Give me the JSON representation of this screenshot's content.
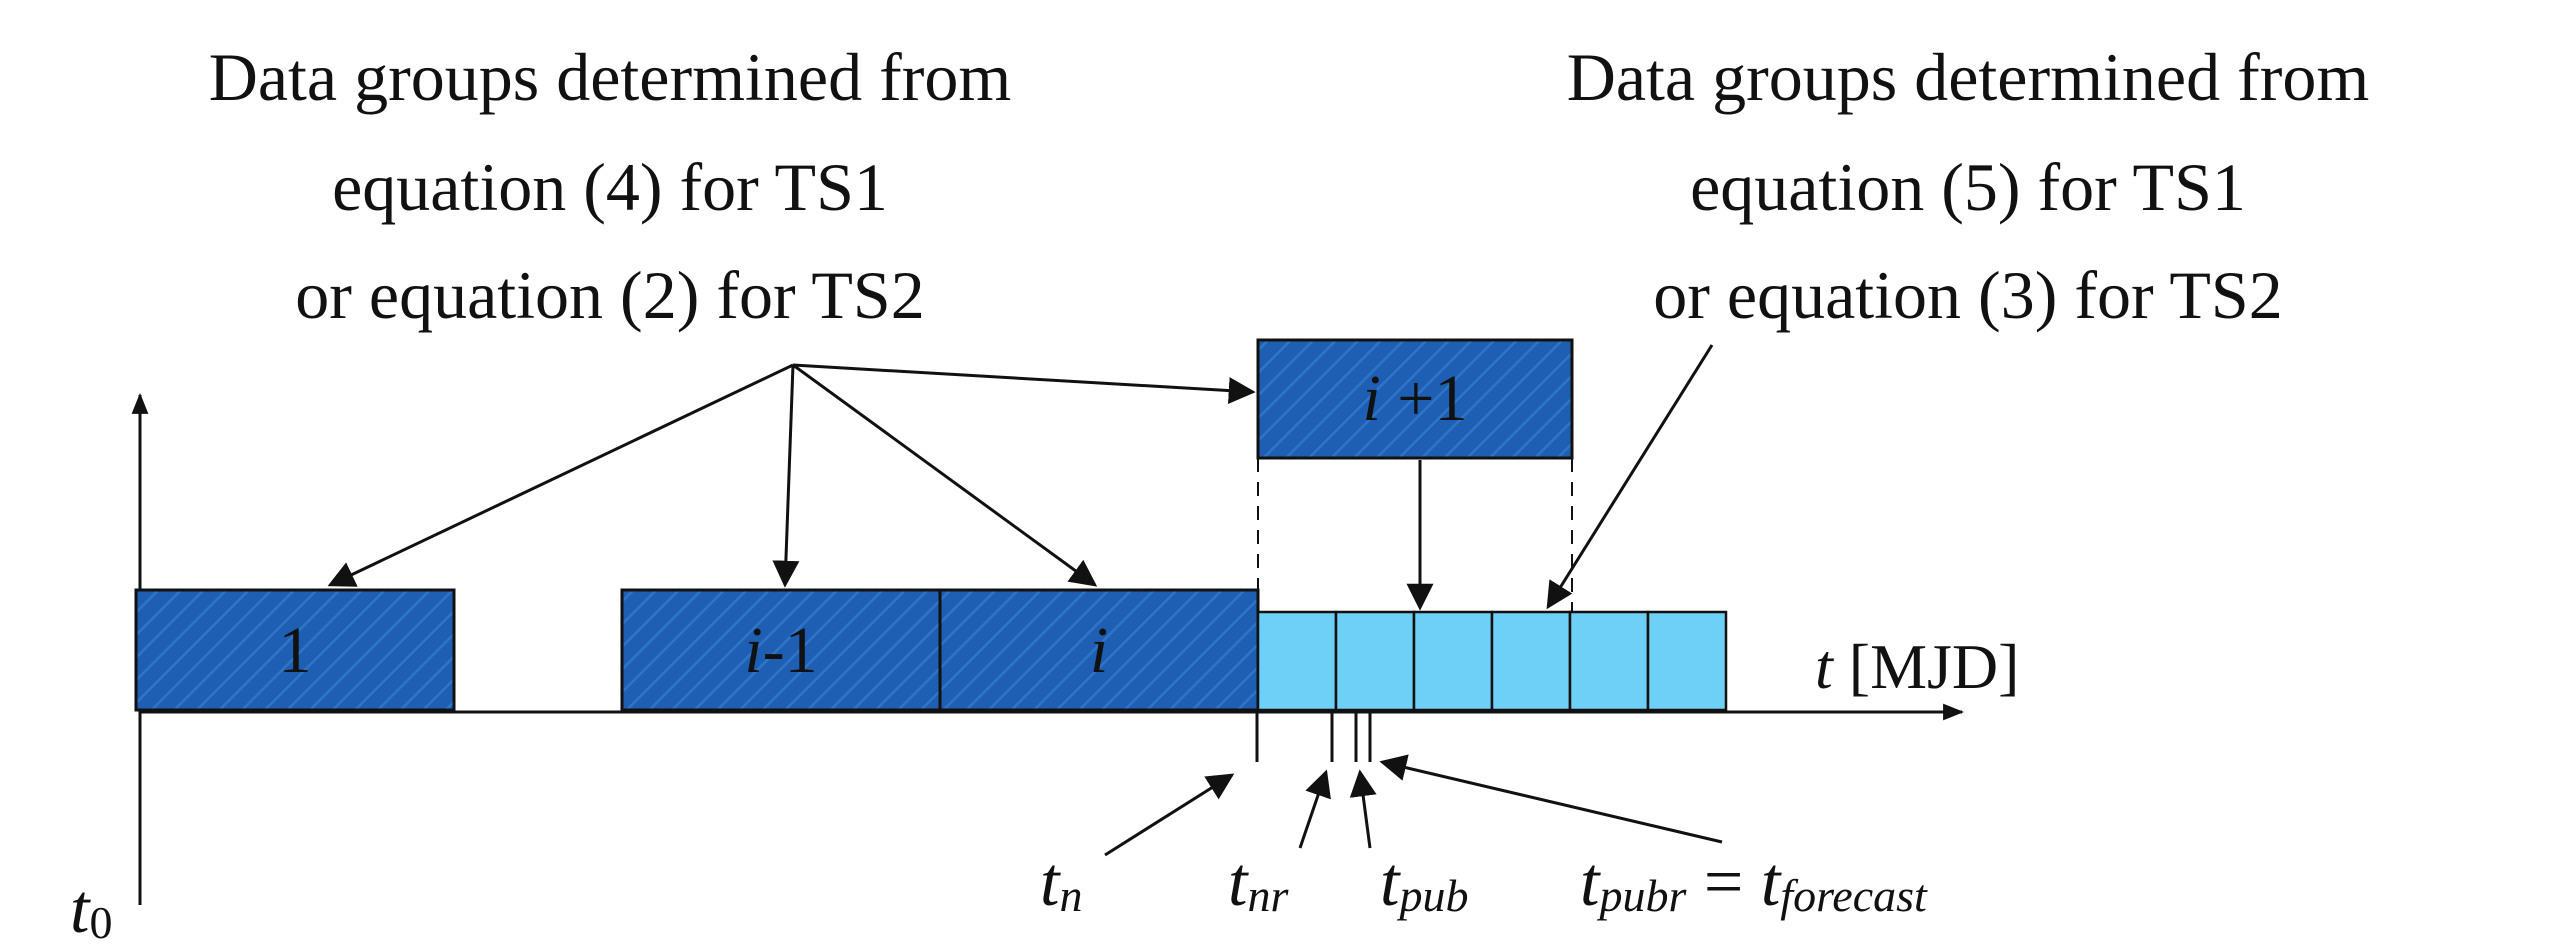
{
  "captions": {
    "left": [
      "Data groups determined from",
      "equation (4) for TS1",
      "or equation (2) for TS2"
    ],
    "right": [
      "Data groups determined from",
      "equation (5) for TS1",
      "or equation (3) for TS2"
    ]
  },
  "blocks": {
    "first": "1",
    "prev_index": "i",
    "prev_suffix": "-1",
    "current": "i",
    "next_index": "i",
    "next_suffix": " +1"
  },
  "axis": {
    "var": "t",
    "unit": " [MJD]"
  },
  "time_labels": {
    "t0": {
      "base": "t",
      "sub": "0"
    },
    "tn": {
      "base": "t",
      "sub": "n"
    },
    "tnr": {
      "base": "t",
      "sub": "nr"
    },
    "tpub": {
      "base": "t",
      "sub": "pub"
    },
    "tpubr": {
      "base": "t",
      "sub": "pubr",
      "equals": " = ",
      "rhs_base": "t",
      "rhs_sub": "forecast"
    }
  },
  "colors": {
    "dark_block": "#1e5fb4",
    "light_cell": "#6fd0f7",
    "line": "#111111"
  }
}
